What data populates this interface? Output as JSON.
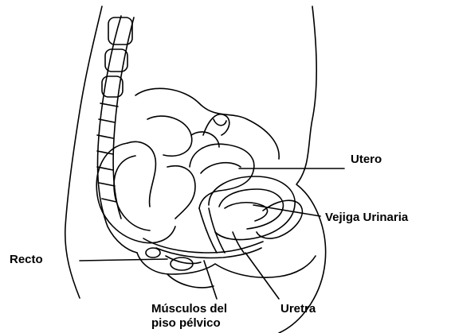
{
  "labels": {
    "utero": "Utero",
    "vejiga": "Vejiga Urinaria",
    "recto": "Recto",
    "musculos_line1": "Músculos del",
    "musculos_line2": "piso pélvico",
    "uretra": "Uretra"
  },
  "colors": {
    "ink": "#000000",
    "background": "#ffffff"
  }
}
